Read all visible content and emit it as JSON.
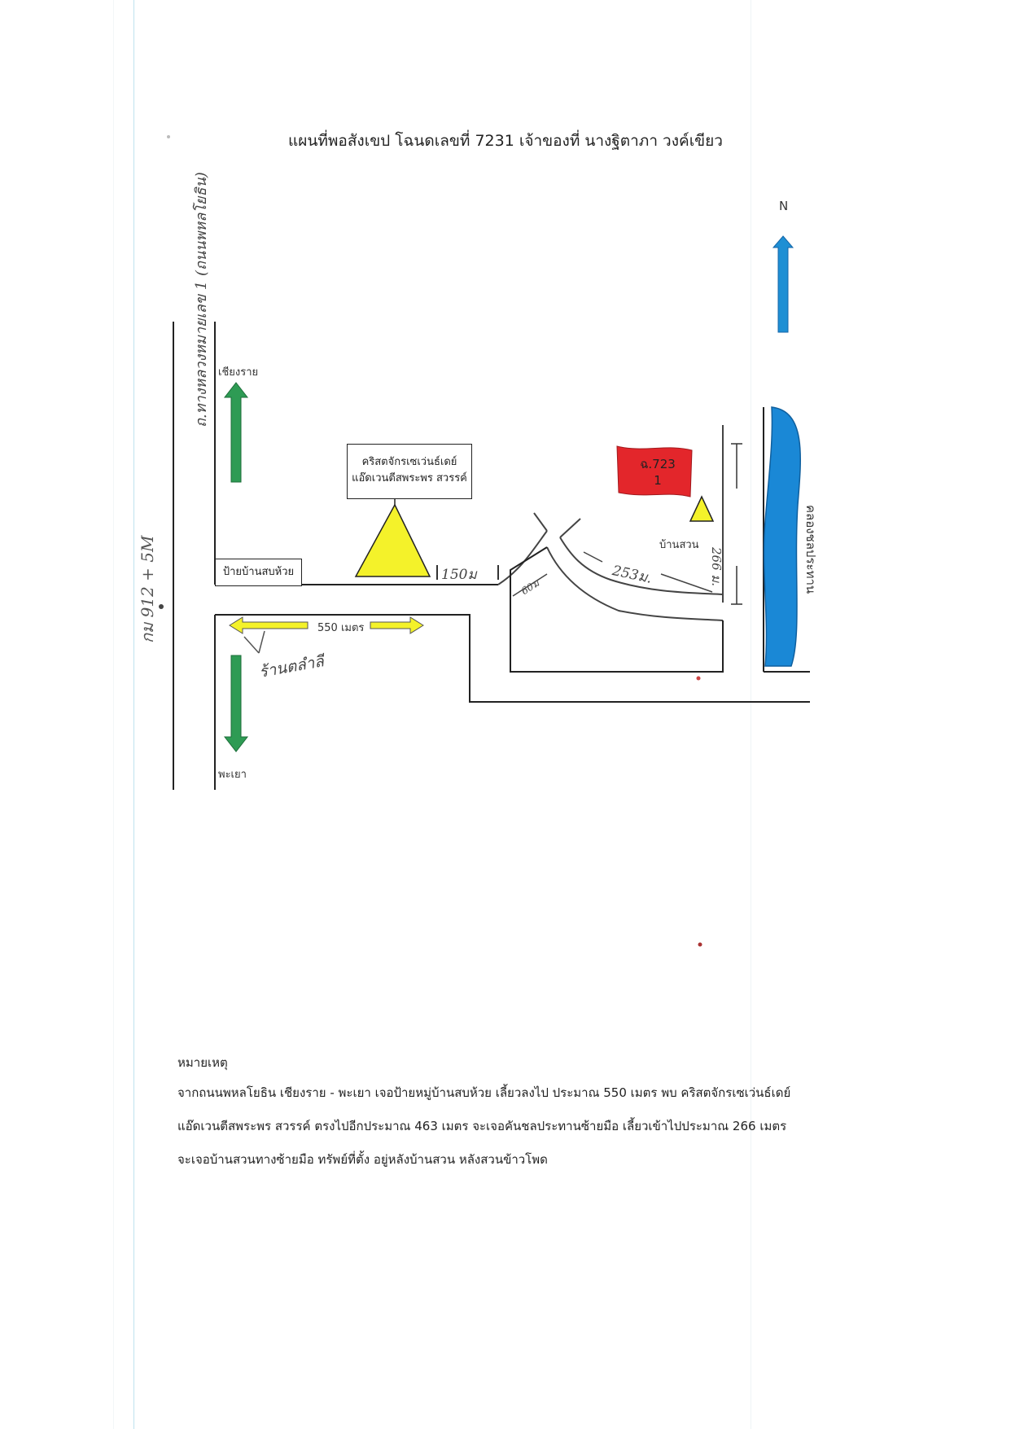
{
  "title": "แผนที่พอสังเขป โฉนดเลขที่ 7231 เจ้าของที่ นางฐิตาภา วงค์เขียว",
  "compass": "N",
  "places": {
    "chiang_rai": "เชียงราย",
    "phayao": "พะเยา",
    "village_sign": "ป้ายบ้านสบห้วย",
    "church_line1": "คริสตจักรเซเว่นธ์เดย์",
    "church_line2": "แอ๊ดเวนตีสพระพร สวรรค์",
    "ban_suan": "บ้านสวน",
    "canal": "คลองชลประทาน",
    "road_name": "ถ.ทางหลวงหมายเลข 1 (ถนนพหลโยธิน)",
    "km_marker": "กม 912 + 5M",
    "shop": "ร้านตลำลี",
    "plot_flag": "ฉ.723\n1"
  },
  "distances": {
    "d550": "550 เมตร",
    "d150": "150ม",
    "d60": "60ม",
    "d253": "253ม.",
    "d266": "266 ม."
  },
  "notes": {
    "heading": "หมายเหตุ",
    "line1": "จากถนนพหลโยธิน เชียงราย - พะเยา เจอป้ายหมู่บ้านสบห้วย เลี้ยวลงไป ประมาณ 550 เมตร พบ คริสตจักรเซเว่นธ์เดย์",
    "line2": "แอ๊ดเวนตีสพระพร สวรรค์ ตรงไปอีกประมาณ 463 เมตร จะเจอคันชลประทานซ้ายมือ เลี้ยวเข้าไปประมาณ 266 เมตร",
    "line3": "จะเจอบ้านสวนทางซ้ายมือ ทรัพย์ที่ตั้ง อยู่หลังบ้านสวน หลังสวนข้าวโพด"
  },
  "colors": {
    "arrow_green": "#2e9b54",
    "arrow_blue": "#1e8fd4",
    "triangle_yellow": "#f4f22a",
    "flag_red": "#e3262b",
    "canal_blue": "#1a88d6"
  }
}
